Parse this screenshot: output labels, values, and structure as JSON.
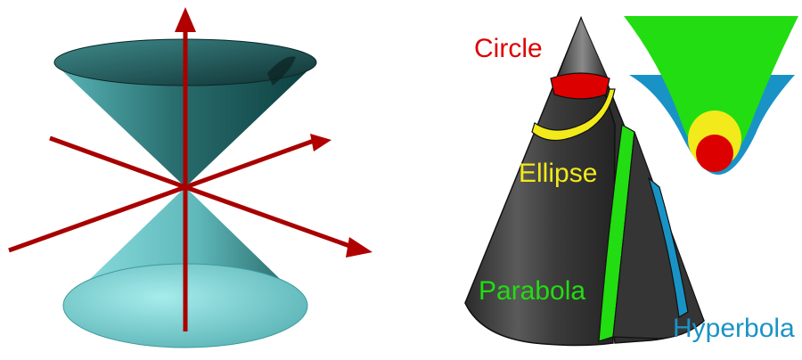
{
  "conic_labels": [
    {
      "key": "circle",
      "text": "Circle",
      "color": "#dd0000"
    },
    {
      "key": "ellipse",
      "text": "Ellipse",
      "color": "#f2ea1a"
    },
    {
      "key": "parabola",
      "text": "Parabola",
      "color": "#22dd11"
    },
    {
      "key": "hyperbola",
      "text": "Hyperbola",
      "color": "#1993c6"
    }
  ],
  "colors": {
    "double_cone_light": "#7fd6d7",
    "double_cone_dark": "#0c3d3d",
    "axis": "#a80000",
    "cone_body": "#3a3a3a",
    "circle_section": "#dd0000",
    "ellipse_section": "#f2ea1a",
    "parabola_section": "#22dd11",
    "hyperbola_section": "#1993c6"
  }
}
